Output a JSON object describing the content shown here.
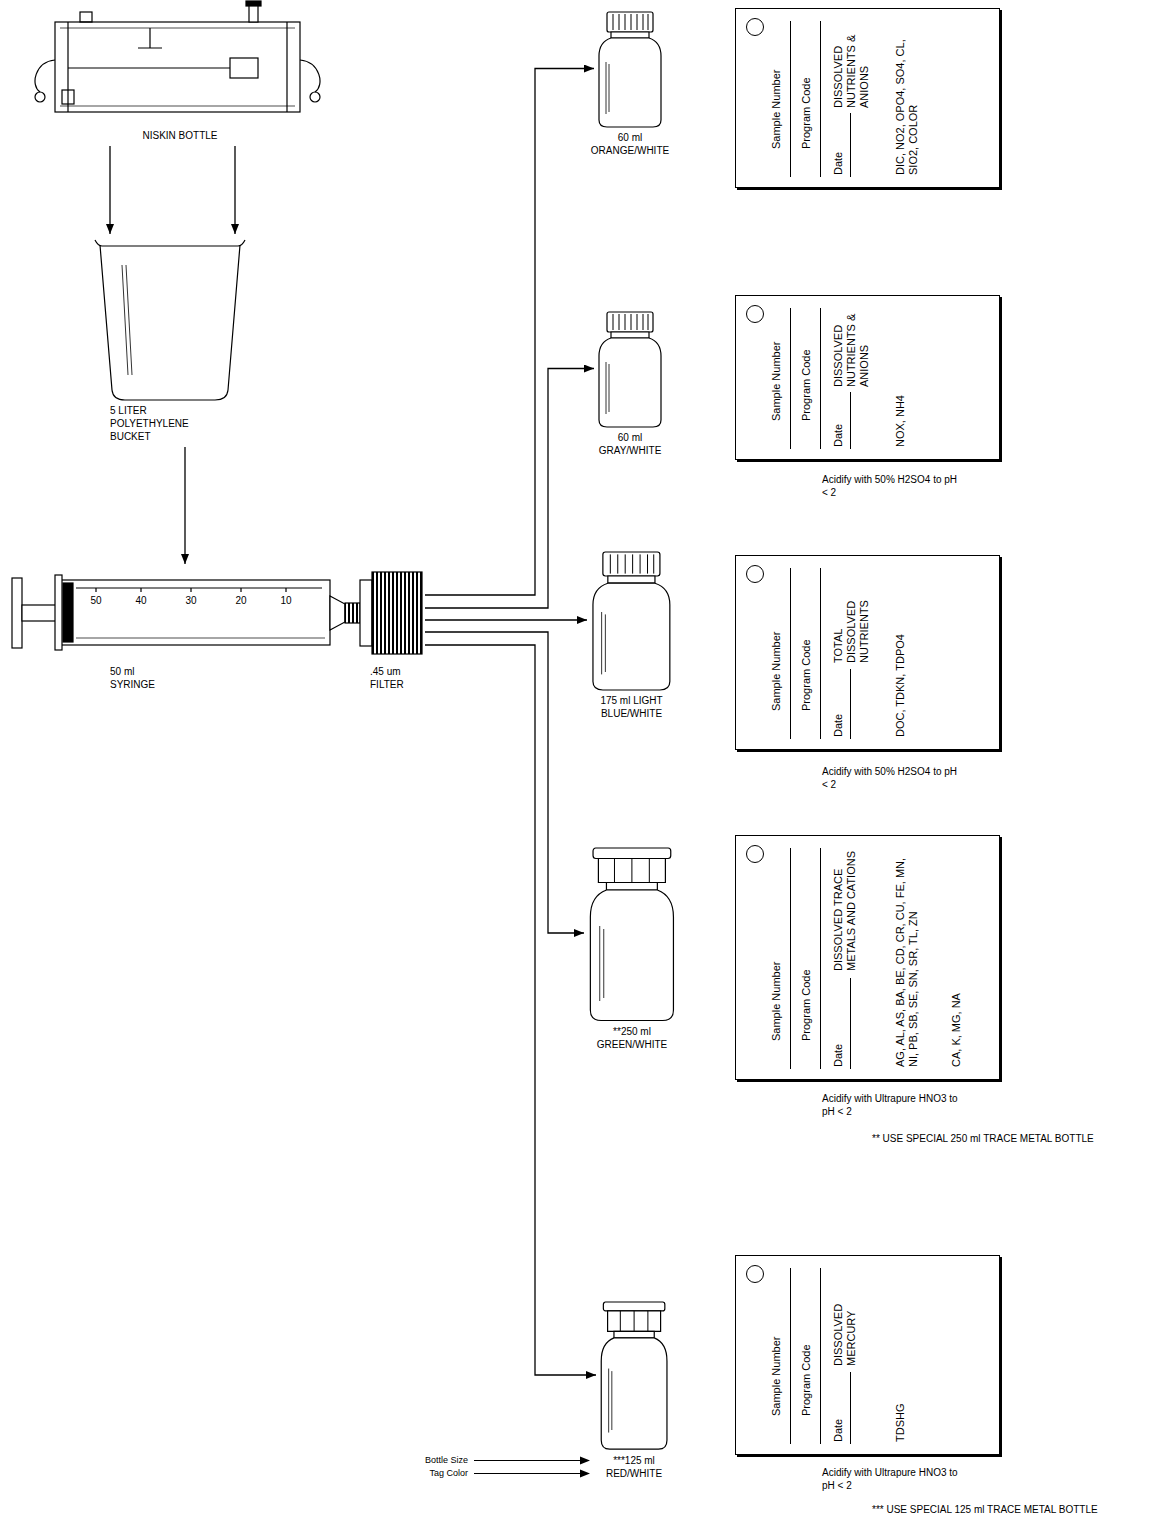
{
  "diagram": {
    "nodes": [
      {
        "text": [
          "NISKIN BOTTLE"
        ]
      },
      {
        "text": [
          "5 LITER POLYETHYLENE BUCKET"
        ]
      },
      {
        "text": [
          "50 ml SYRINGE",
          ".45 um FILTER"
        ]
      },
      {
        "text": [
          "60 ml ORANGE/WHITE"
        ]
      },
      {
        "text": [
          "Sample Number",
          "Program Code",
          "Date",
          "DISSOLVED NUTRIENTS & ANIONS",
          "DIC, NO2, OPO4, SO4, CL, SIO2, COLOR"
        ]
      },
      {
        "text": [
          "60 ml GRAY/WHITE"
        ]
      },
      {
        "text": [
          "Sample Number",
          "Program Code",
          "Date",
          "DISSOLVED NUTRIENTS & ANIONS",
          "NOX, NH4"
        ]
      },
      {
        "text": [
          "175 ml LIGHT BLUE/WHITE"
        ]
      },
      {
        "text": [
          "Sample Number",
          "Program Code",
          "Date",
          "TOTAL DISSOLVED NUTRIENTS",
          "DOC, TDKN, TDPO4"
        ]
      },
      {
        "text": [
          "**250 ml GREEN/WHITE"
        ]
      },
      {
        "text": [
          "Sample Number",
          "Program Code",
          "Date",
          "DISSOLVED TRACE METALS AND CATIONS",
          "AG, AL, AS, BA, BE, CD, CR, CU, FE, MN, NI, PB, SB, SE, SN, SR, TL, ZN",
          "CA, K, MG, NA"
        ]
      },
      {
        "text": [
          "***125 ml RED/WHITE"
        ]
      },
      {
        "text": [
          "Sample Number",
          "Program Code",
          "Date",
          "DISSOLVED MERCURY",
          "TDSHG"
        ]
      }
    ],
    "edges": [
      {
        "from": 0,
        "to": 1,
        "arrow": "to"
      },
      {
        "from": 0,
        "to": 1,
        "arrow": "to"
      },
      {
        "from": 1,
        "to": 2,
        "arrow": "to"
      },
      {
        "from": 2,
        "to": 3,
        "arrow": "to"
      },
      {
        "from": 2,
        "to": 5,
        "arrow": "to"
      },
      {
        "from": 2,
        "to": 7,
        "arrow": "to"
      },
      {
        "from": 2,
        "to": 9,
        "arrow": "to"
      },
      {
        "from": 2,
        "to": 11,
        "arrow": "to"
      }
    ],
    "labels": [
      "50",
      "40",
      "30",
      "20",
      "10",
      "Acidify with 50% H2SO4 to pH < 2",
      "Acidify with 50% H2SO4 to pH < 2",
      "Acidify with Ultrapure HNO3 to pH < 2",
      "** USE SPECIAL 250 ml TRACE METAL BOTTLE",
      "Acidify with Ultrapure HNO3 to pH < 2",
      "*** USE SPECIAL 125 ml TRACE METAL BOTTLE",
      "Bottle Size",
      "Tag Color"
    ]
  }
}
